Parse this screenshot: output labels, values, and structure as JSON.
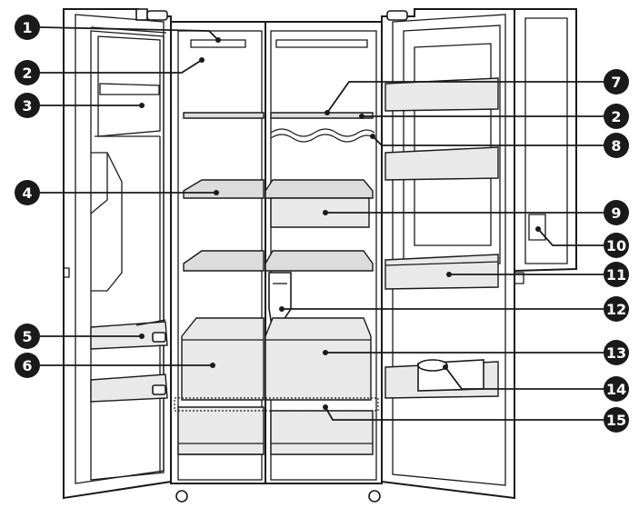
{
  "callouts": [
    {
      "id": "c1",
      "label": "1"
    },
    {
      "id": "c2",
      "label": "2"
    },
    {
      "id": "c3",
      "label": "3"
    },
    {
      "id": "c4",
      "label": "4"
    },
    {
      "id": "c5",
      "label": "5"
    },
    {
      "id": "c6",
      "label": "6"
    },
    {
      "id": "c7",
      "label": "7"
    },
    {
      "id": "c2b",
      "label": "2"
    },
    {
      "id": "c8",
      "label": "8"
    },
    {
      "id": "c9",
      "label": "9"
    },
    {
      "id": "c10",
      "label": "10"
    },
    {
      "id": "c11",
      "label": "11"
    },
    {
      "id": "c12",
      "label": "12"
    },
    {
      "id": "c13",
      "label": "13"
    },
    {
      "id": "c14",
      "label": "14"
    },
    {
      "id": "c15",
      "label": "15"
    }
  ],
  "colors": {
    "line": "#1a1a1a",
    "badge": "#1a1a1a",
    "shelf_fill": "#dcdcdc",
    "drawer_fill": "#e9e9e9"
  }
}
